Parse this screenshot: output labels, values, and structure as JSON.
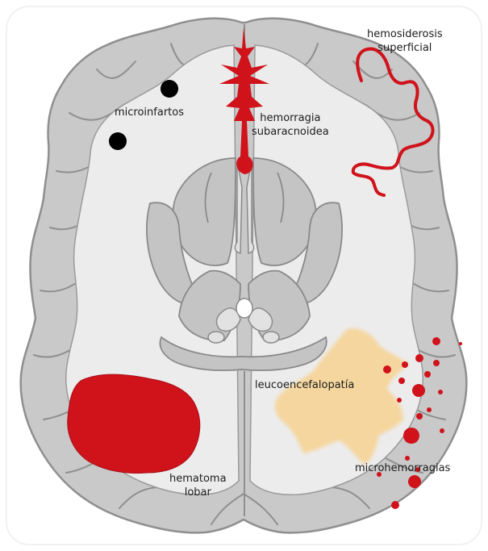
{
  "labels": {
    "hemosiderosis": "hemosiderosis",
    "superficial": "superficial",
    "microinfartos": "microinfartos",
    "hemorragia": "hemorragia",
    "subaracnoidea": "subaracnoidea",
    "leucoencefalopatia": "leucoencefalopatía",
    "hematoma": "hematoma",
    "lobar": "lobar",
    "microhemorragias": "microhemorragias"
  },
  "colors": {
    "background": "#ffffff",
    "brain_gray": "#c9c9c9",
    "brain_outline": "#8f8f8f",
    "white_matter": "#ececec",
    "hemorrhage_red": "#d0121b",
    "leuko_yellow": "#f6d59b",
    "infarct_black": "#000000"
  }
}
